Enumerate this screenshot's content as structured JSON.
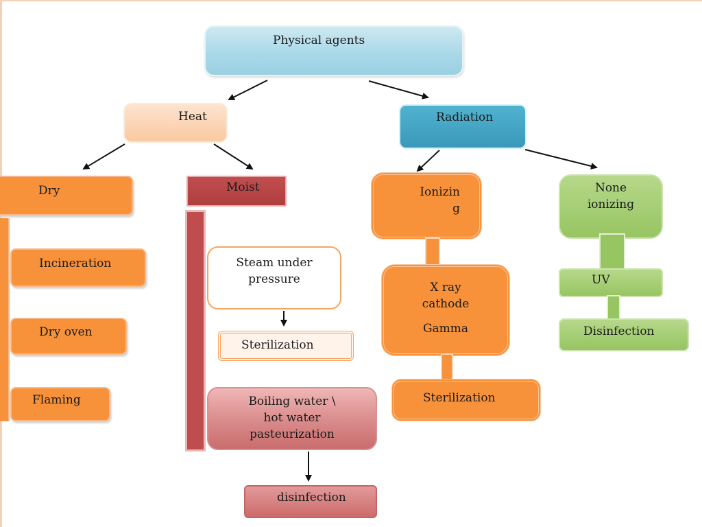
{
  "nodes": {
    "physical_agents": "Physical agents",
    "heat": "Heat",
    "radiation": "Radiation",
    "dry": "Dry",
    "incineration": "Incineration",
    "dry_oven": "Dry oven",
    "flaming": "Flaming",
    "moist": "Moist",
    "steam": "Steam under\npressure",
    "sterilization_steam": "Sterilization",
    "boiling": "Boiling water \\\nhot water\npasteurization",
    "disinfection_boiling": "disinfection",
    "ionizing": "Ionizin\ng",
    "xray_lines": [
      "X ray",
      "cathode",
      "Gamma"
    ],
    "sterilization_ionizing": "Sterilization",
    "non_ionizing": "None\nionizing",
    "uv": "UV",
    "disinfection_uv": "Disinfection"
  },
  "colors": {
    "orange": "#f7923b",
    "light_blue": "#a7d8e8",
    "teal": "#3b98bb",
    "peach": "#f9c9a1",
    "dark_red": "#b03e3e",
    "pink_red": "#d98a8a",
    "green": "#97c562",
    "arrow": "#111111"
  }
}
